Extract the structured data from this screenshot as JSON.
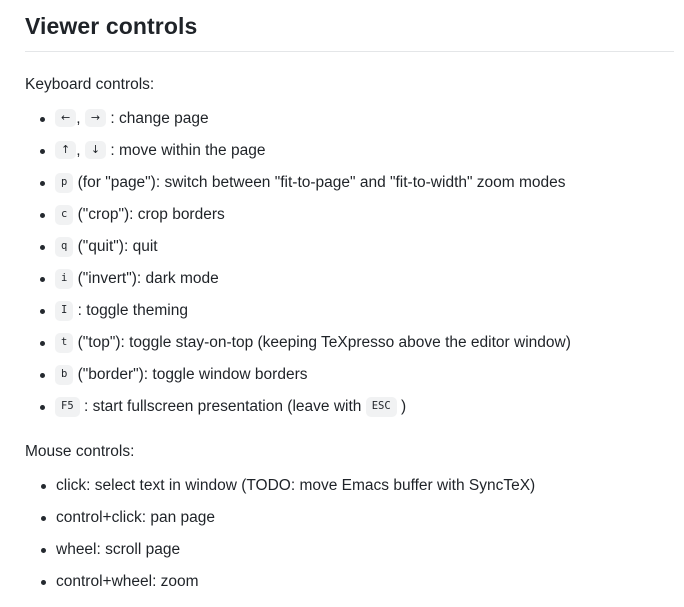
{
  "page": {
    "title": "Viewer controls",
    "keyboard_label": "Keyboard controls:",
    "mouse_label": "Mouse controls:"
  },
  "keyboard_items": [
    {
      "keys": [
        "←",
        "→"
      ],
      "key_sep": ",",
      "text": ": change page"
    },
    {
      "keys": [
        "↑",
        "↓"
      ],
      "key_sep": ",",
      "text": ": move within the page"
    },
    {
      "keys": [
        "p"
      ],
      "text": "(for \"page\"): switch between \"fit-to-page\" and \"fit-to-width\" zoom modes"
    },
    {
      "keys": [
        "c"
      ],
      "text": "(\"crop\"): crop borders"
    },
    {
      "keys": [
        "q"
      ],
      "text": "(\"quit\"): quit"
    },
    {
      "keys": [
        "i"
      ],
      "text": "(\"invert\"): dark mode"
    },
    {
      "keys": [
        "I"
      ],
      "text": ": toggle theming"
    },
    {
      "keys": [
        "t"
      ],
      "text": "(\"top\"): toggle stay-on-top (keeping TeXpresso above the editor window)"
    },
    {
      "keys": [
        "b"
      ],
      "text": "(\"border\"): toggle window borders"
    },
    {
      "keys": [
        "F5"
      ],
      "text": ": start fullscreen presentation (leave with",
      "trailing_key": "ESC",
      "text_after": ")"
    }
  ],
  "mouse_items": [
    {
      "text": "click: select text in window (TODO: move Emacs buffer with SyncTeX)"
    },
    {
      "text": "control+click: pan page"
    },
    {
      "text": "wheel: scroll page"
    },
    {
      "text": "control+wheel: zoom"
    }
  ],
  "colors": {
    "text": "#1f2328",
    "kbd_background": "#f1f2f3",
    "rule": "#e4e6e8",
    "page_background": "#ffffff"
  }
}
